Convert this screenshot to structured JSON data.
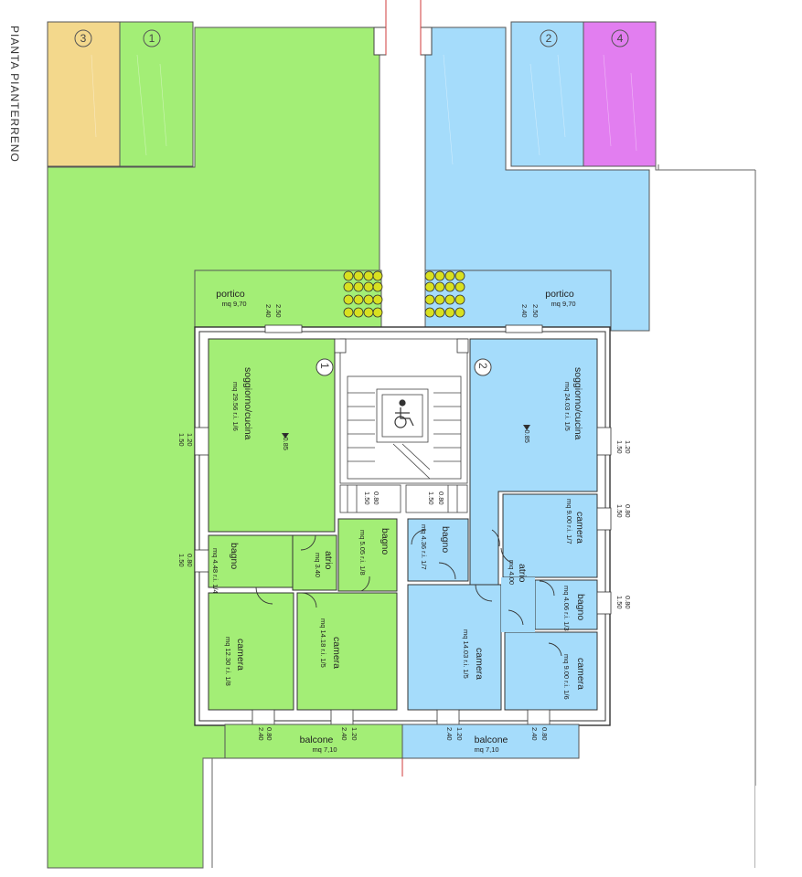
{
  "title": "PIANTA PIANTERRENO",
  "colors": {
    "unit1_green": "#a3ee76",
    "unit2_blue": "#a5dcfb",
    "lot3_orange": "#f3d88c",
    "lot4_magenta": "#e27ef0",
    "wall": "#333333",
    "axis_red": "#d23b3b",
    "plants": "#d8e020"
  },
  "lots": {
    "l3": "3",
    "l1": "1",
    "l2": "2",
    "l4": "4"
  },
  "porticos": {
    "left": {
      "name": "portico",
      "area": "mq 9,70",
      "d1": "2.40",
      "d2": "2.50"
    },
    "right": {
      "name": "portico",
      "area": "mq 9,70",
      "d1": "2.40",
      "d2": "2.50"
    }
  },
  "unit1": {
    "number": "1",
    "level": "+0.85",
    "soggiorno": {
      "name": "soggiorno/cucina",
      "area": "mq 29.56  r.i. 1/6",
      "win_a": "1.50",
      "win_b": "1.20"
    },
    "bagno_w": {
      "name": "bagno",
      "area": "mq 4.48  r.i. 1/4",
      "win_a": "1.50",
      "win_b": "0.80"
    },
    "atrio": {
      "name": "atrio",
      "area": "mq 3.40"
    },
    "bagno_e": {
      "name": "bagno",
      "area": "mq 5.05  r.i. 1/8"
    },
    "camera_w": {
      "name": "camera",
      "area": "mq 12.30  r.i. 1/8"
    },
    "camera_e": {
      "name": "camera",
      "area": "mq 14.18  r.i. 1/5"
    },
    "balcone": {
      "name": "balcone",
      "area": "mq 7,10",
      "d1": "0.80",
      "d2": "2.40",
      "d3": "2.40",
      "d4": "1.20"
    }
  },
  "unit2": {
    "number": "2",
    "level": "+0.85",
    "soggiorno": {
      "name": "soggiorno/cucina",
      "area": "mq 24.03  r.i. 1/5",
      "win_a": "1.50",
      "win_b": "1.20"
    },
    "bagno_w": {
      "name": "bagno",
      "area": "mq 4.36  r.i. 1/7"
    },
    "camera_ne": {
      "name": "camera",
      "area": "mq 9.00  r.i. 1/7",
      "win_a": "1.50",
      "win_b": "0.80"
    },
    "atrio": {
      "name": "atrio",
      "area": "mq 4.00"
    },
    "bagno_e": {
      "name": "bagno",
      "area": "mq 4.06  r.i. 1/3",
      "win_a": "1.50",
      "win_b": "0.80"
    },
    "camera_c": {
      "name": "camera",
      "area": "mq 14.03  r.i. 1/5"
    },
    "camera_se": {
      "name": "camera",
      "area": "mq 9.00  r.i. 1/6"
    },
    "balcone": {
      "name": "balcone",
      "area": "mq 7,10",
      "d1": "2.40",
      "d2": "1.20",
      "d3": "2.40",
      "d4": "0.80"
    }
  },
  "stair": {
    "door_l_a": "1.50",
    "door_l_b": "0.80",
    "door_r_a": "0.80",
    "door_r_b": "1.50"
  }
}
